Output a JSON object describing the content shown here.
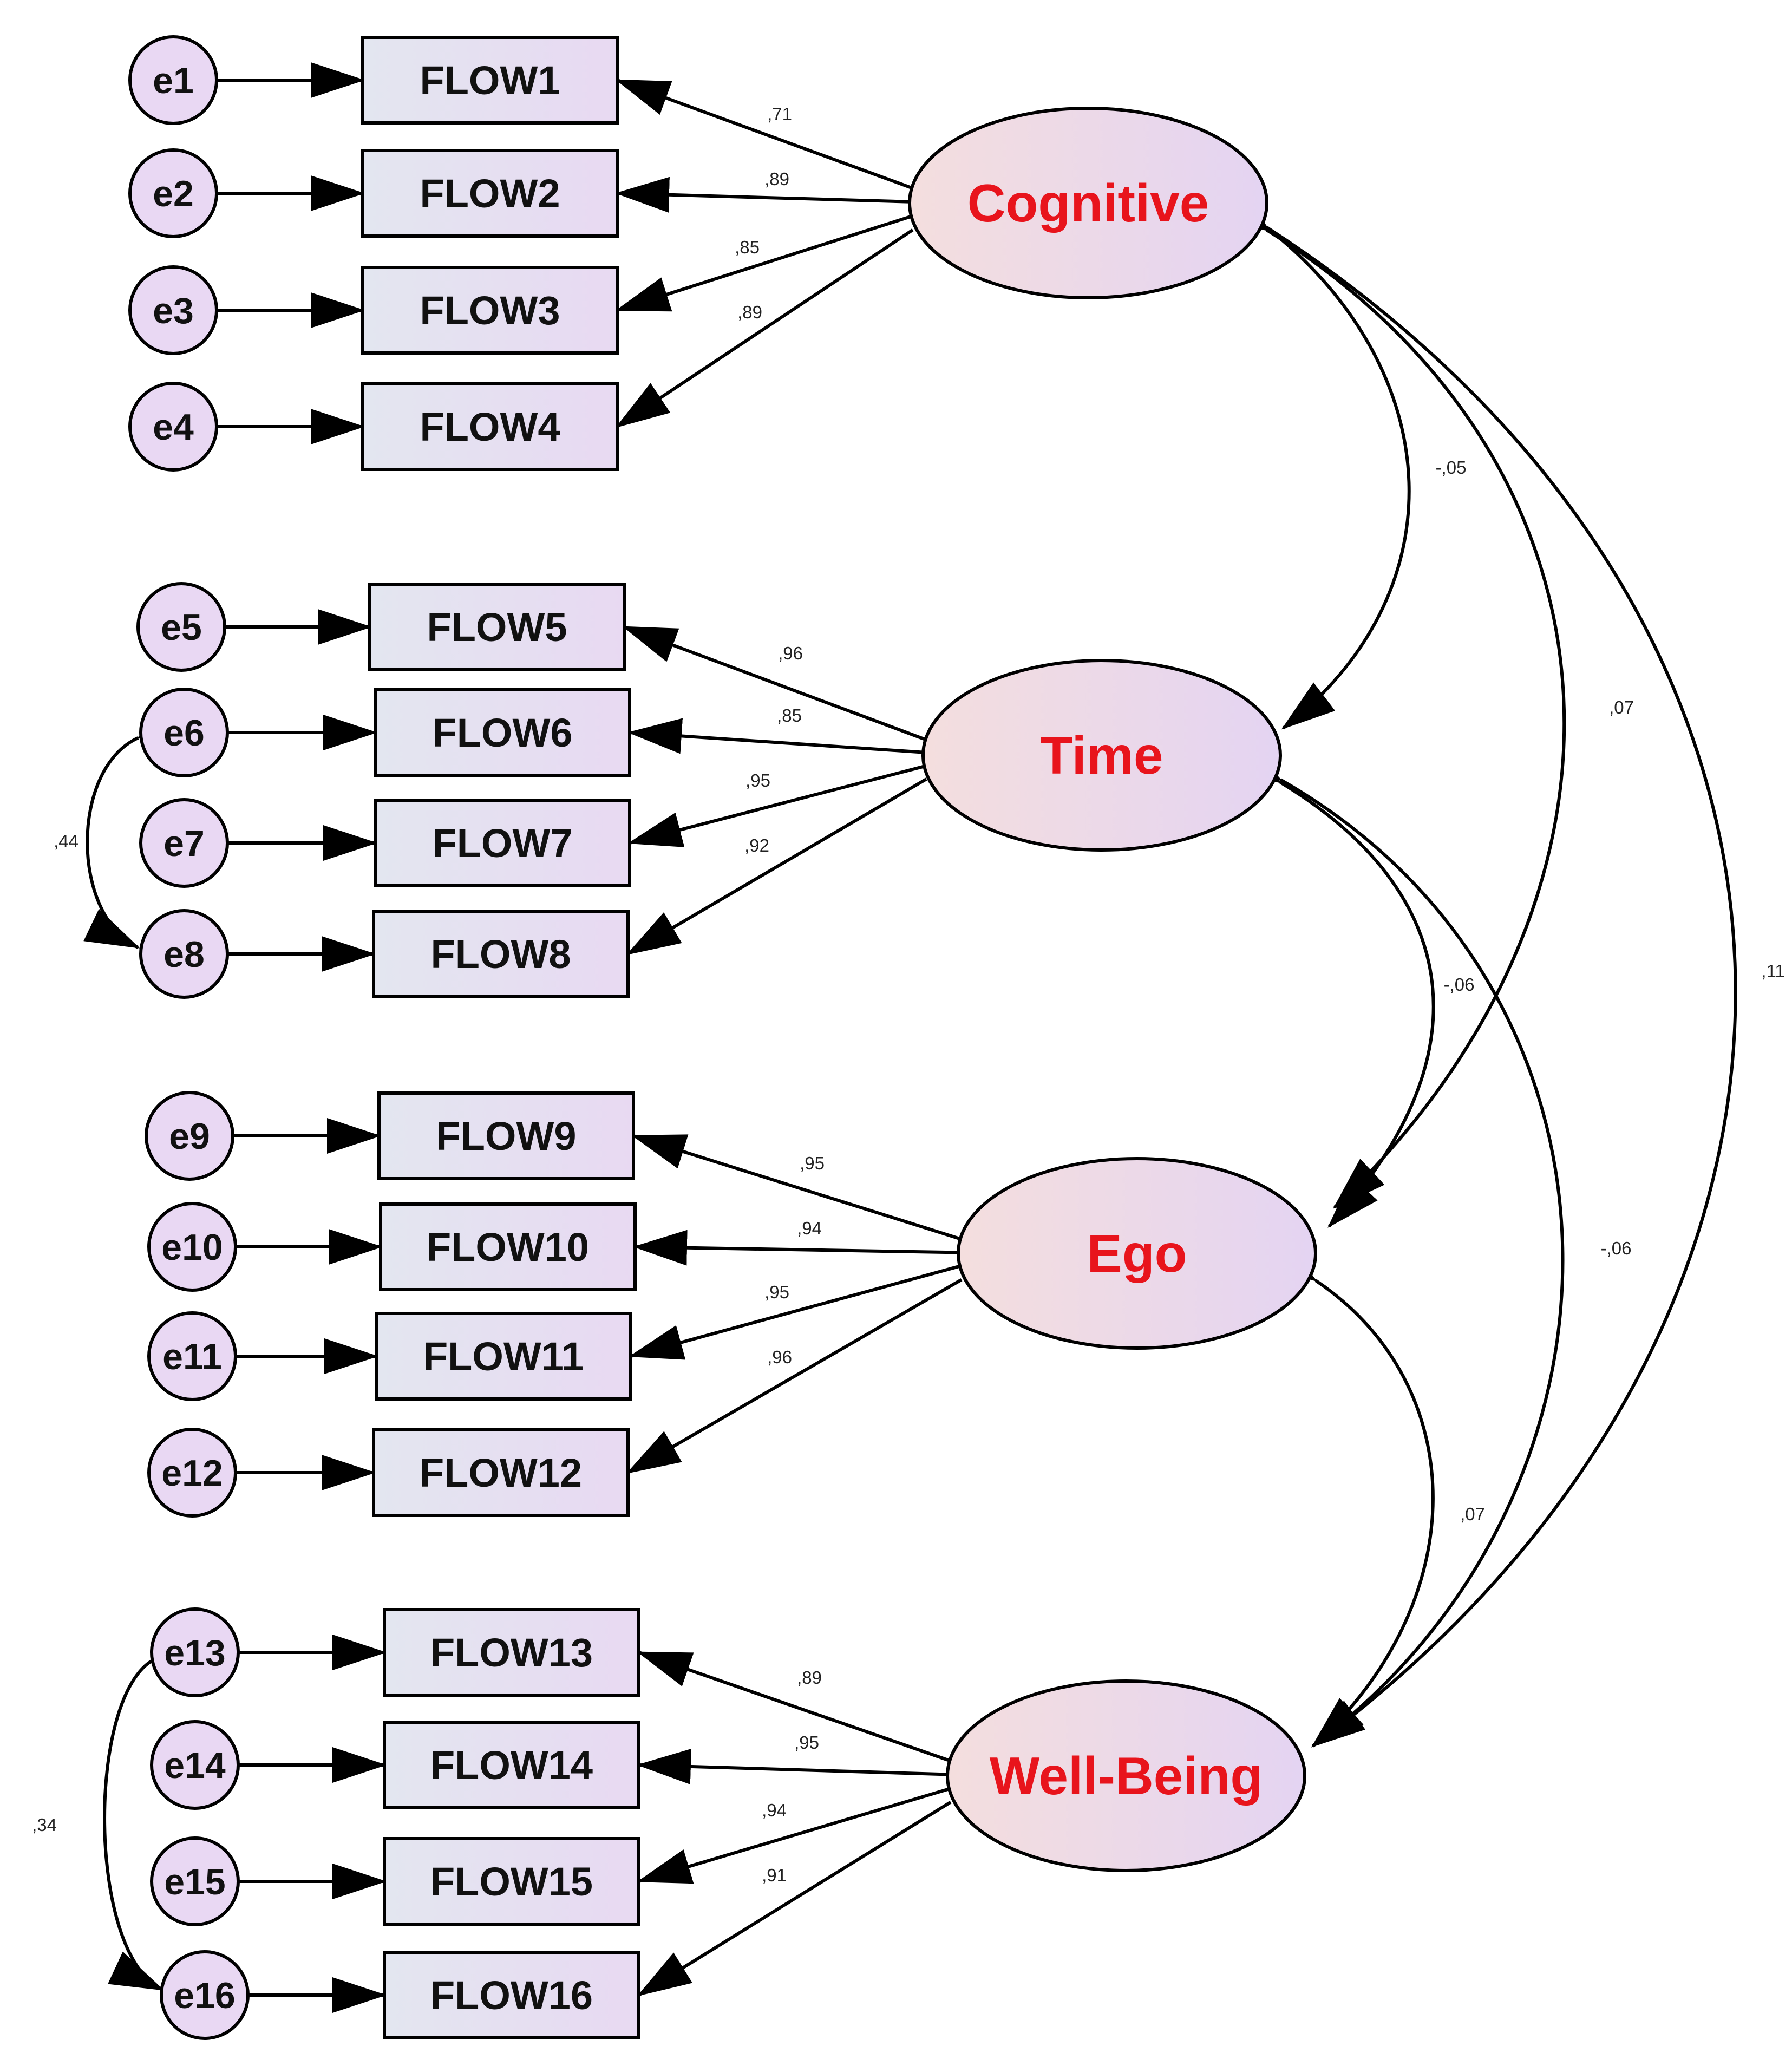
{
  "latents": [
    {
      "id": "cognitive",
      "label": "Cognitive"
    },
    {
      "id": "time",
      "label": "Time"
    },
    {
      "id": "ego",
      "label": "Ego"
    },
    {
      "id": "wellbeing",
      "label": "Well-Being"
    }
  ],
  "indicators": [
    {
      "error": "e1",
      "label": "FLOW1",
      "latent": "cognitive",
      "loading": ",71"
    },
    {
      "error": "e2",
      "label": "FLOW2",
      "latent": "cognitive",
      "loading": ",89"
    },
    {
      "error": "e3",
      "label": "FLOW3",
      "latent": "cognitive",
      "loading": ",85"
    },
    {
      "error": "e4",
      "label": "FLOW4",
      "latent": "cognitive",
      "loading": ",89"
    },
    {
      "error": "e5",
      "label": "FLOW5",
      "latent": "time",
      "loading": ",96"
    },
    {
      "error": "e6",
      "label": "FLOW6",
      "latent": "time",
      "loading": ",85"
    },
    {
      "error": "e7",
      "label": "FLOW7",
      "latent": "time",
      "loading": ",95"
    },
    {
      "error": "e8",
      "label": "FLOW8",
      "latent": "time",
      "loading": ",92"
    },
    {
      "error": "e9",
      "label": "FLOW9",
      "latent": "ego",
      "loading": ",95"
    },
    {
      "error": "e10",
      "label": "FLOW10",
      "latent": "ego",
      "loading": ",94"
    },
    {
      "error": "e11",
      "label": "FLOW11",
      "latent": "ego",
      "loading": ",95"
    },
    {
      "error": "e12",
      "label": "FLOW12",
      "latent": "ego",
      "loading": ",96"
    },
    {
      "error": "e13",
      "label": "FLOW13",
      "latent": "wellbeing",
      "loading": ",89"
    },
    {
      "error": "e14",
      "label": "FLOW14",
      "latent": "wellbeing",
      "loading": ",95"
    },
    {
      "error": "e15",
      "label": "FLOW15",
      "latent": "wellbeing",
      "loading": ",94"
    },
    {
      "error": "e16",
      "label": "FLOW16",
      "latent": "wellbeing",
      "loading": ",91"
    }
  ],
  "latent_covariances": [
    {
      "from": "cognitive",
      "to": "time",
      "value": "-,05"
    },
    {
      "from": "cognitive",
      "to": "ego",
      "value": ",07"
    },
    {
      "from": "cognitive",
      "to": "wellbeing",
      "value": ",11"
    },
    {
      "from": "time",
      "to": "ego",
      "value": "-,06"
    },
    {
      "from": "time",
      "to": "wellbeing",
      "value": "-,06"
    },
    {
      "from": "ego",
      "to": "wellbeing",
      "value": ",07"
    }
  ],
  "error_covariances": [
    {
      "from": "e6",
      "to": "e8",
      "value": ",44"
    },
    {
      "from": "e13",
      "to": "e16",
      "value": ",34"
    }
  ],
  "colors": {
    "latent_text": "#e8141c",
    "line": "#000000",
    "box_fill_left": "#e3e6f0",
    "box_fill_right": "#e8d9f2",
    "ellipse_fill_left": "#f4dede",
    "ellipse_fill_right": "#e4d4f2",
    "error_fill": "#e9d8f3"
  }
}
